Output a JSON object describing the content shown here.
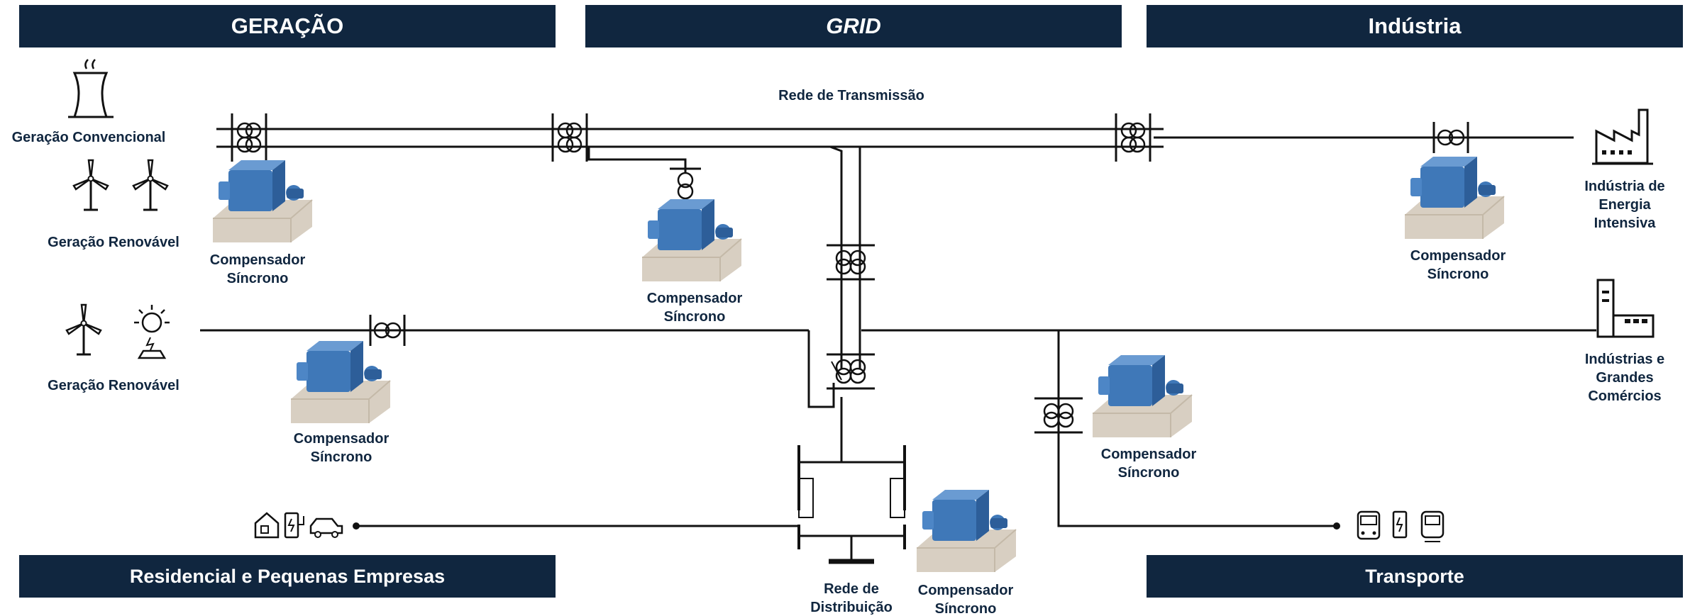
{
  "headers": {
    "geracao": "GERAÇÃO",
    "grid": "GRID",
    "industria": "Indústria",
    "residencial": "Residencial e Pequenas Empresas",
    "transporte": "Transporte"
  },
  "labels": {
    "rede_transmissao": "Rede de Transmissão",
    "geracao_convencional": "Geração Convencional",
    "geracao_renovavel_1": "Geração Renovável",
    "geracao_renovavel_2": "Geração Renovável",
    "industria_energia": [
      "Indústria de",
      "Energia",
      "Intensiva"
    ],
    "industrias_comercios": [
      "Indústrias e",
      "Grandes",
      "Comércios"
    ],
    "rede_distribuicao": [
      "Rede de",
      "Distribuição"
    ],
    "compensador": [
      "Compensador",
      "Síncrono"
    ]
  },
  "colors": {
    "banner": "#10263f",
    "label": "#10263f",
    "line": "#111111",
    "machine": "#3f78b8",
    "base": "#d8cfc2"
  },
  "icons": [
    "power-plant-icon",
    "wind-turbine-icon",
    "solar-panel-icon",
    "factory-icon",
    "industrial-building-icon",
    "house-icon",
    "ev-charger-icon",
    "car-icon",
    "bus-icon",
    "train-icon",
    "transformer-icon",
    "synchronous-compensator-icon"
  ]
}
